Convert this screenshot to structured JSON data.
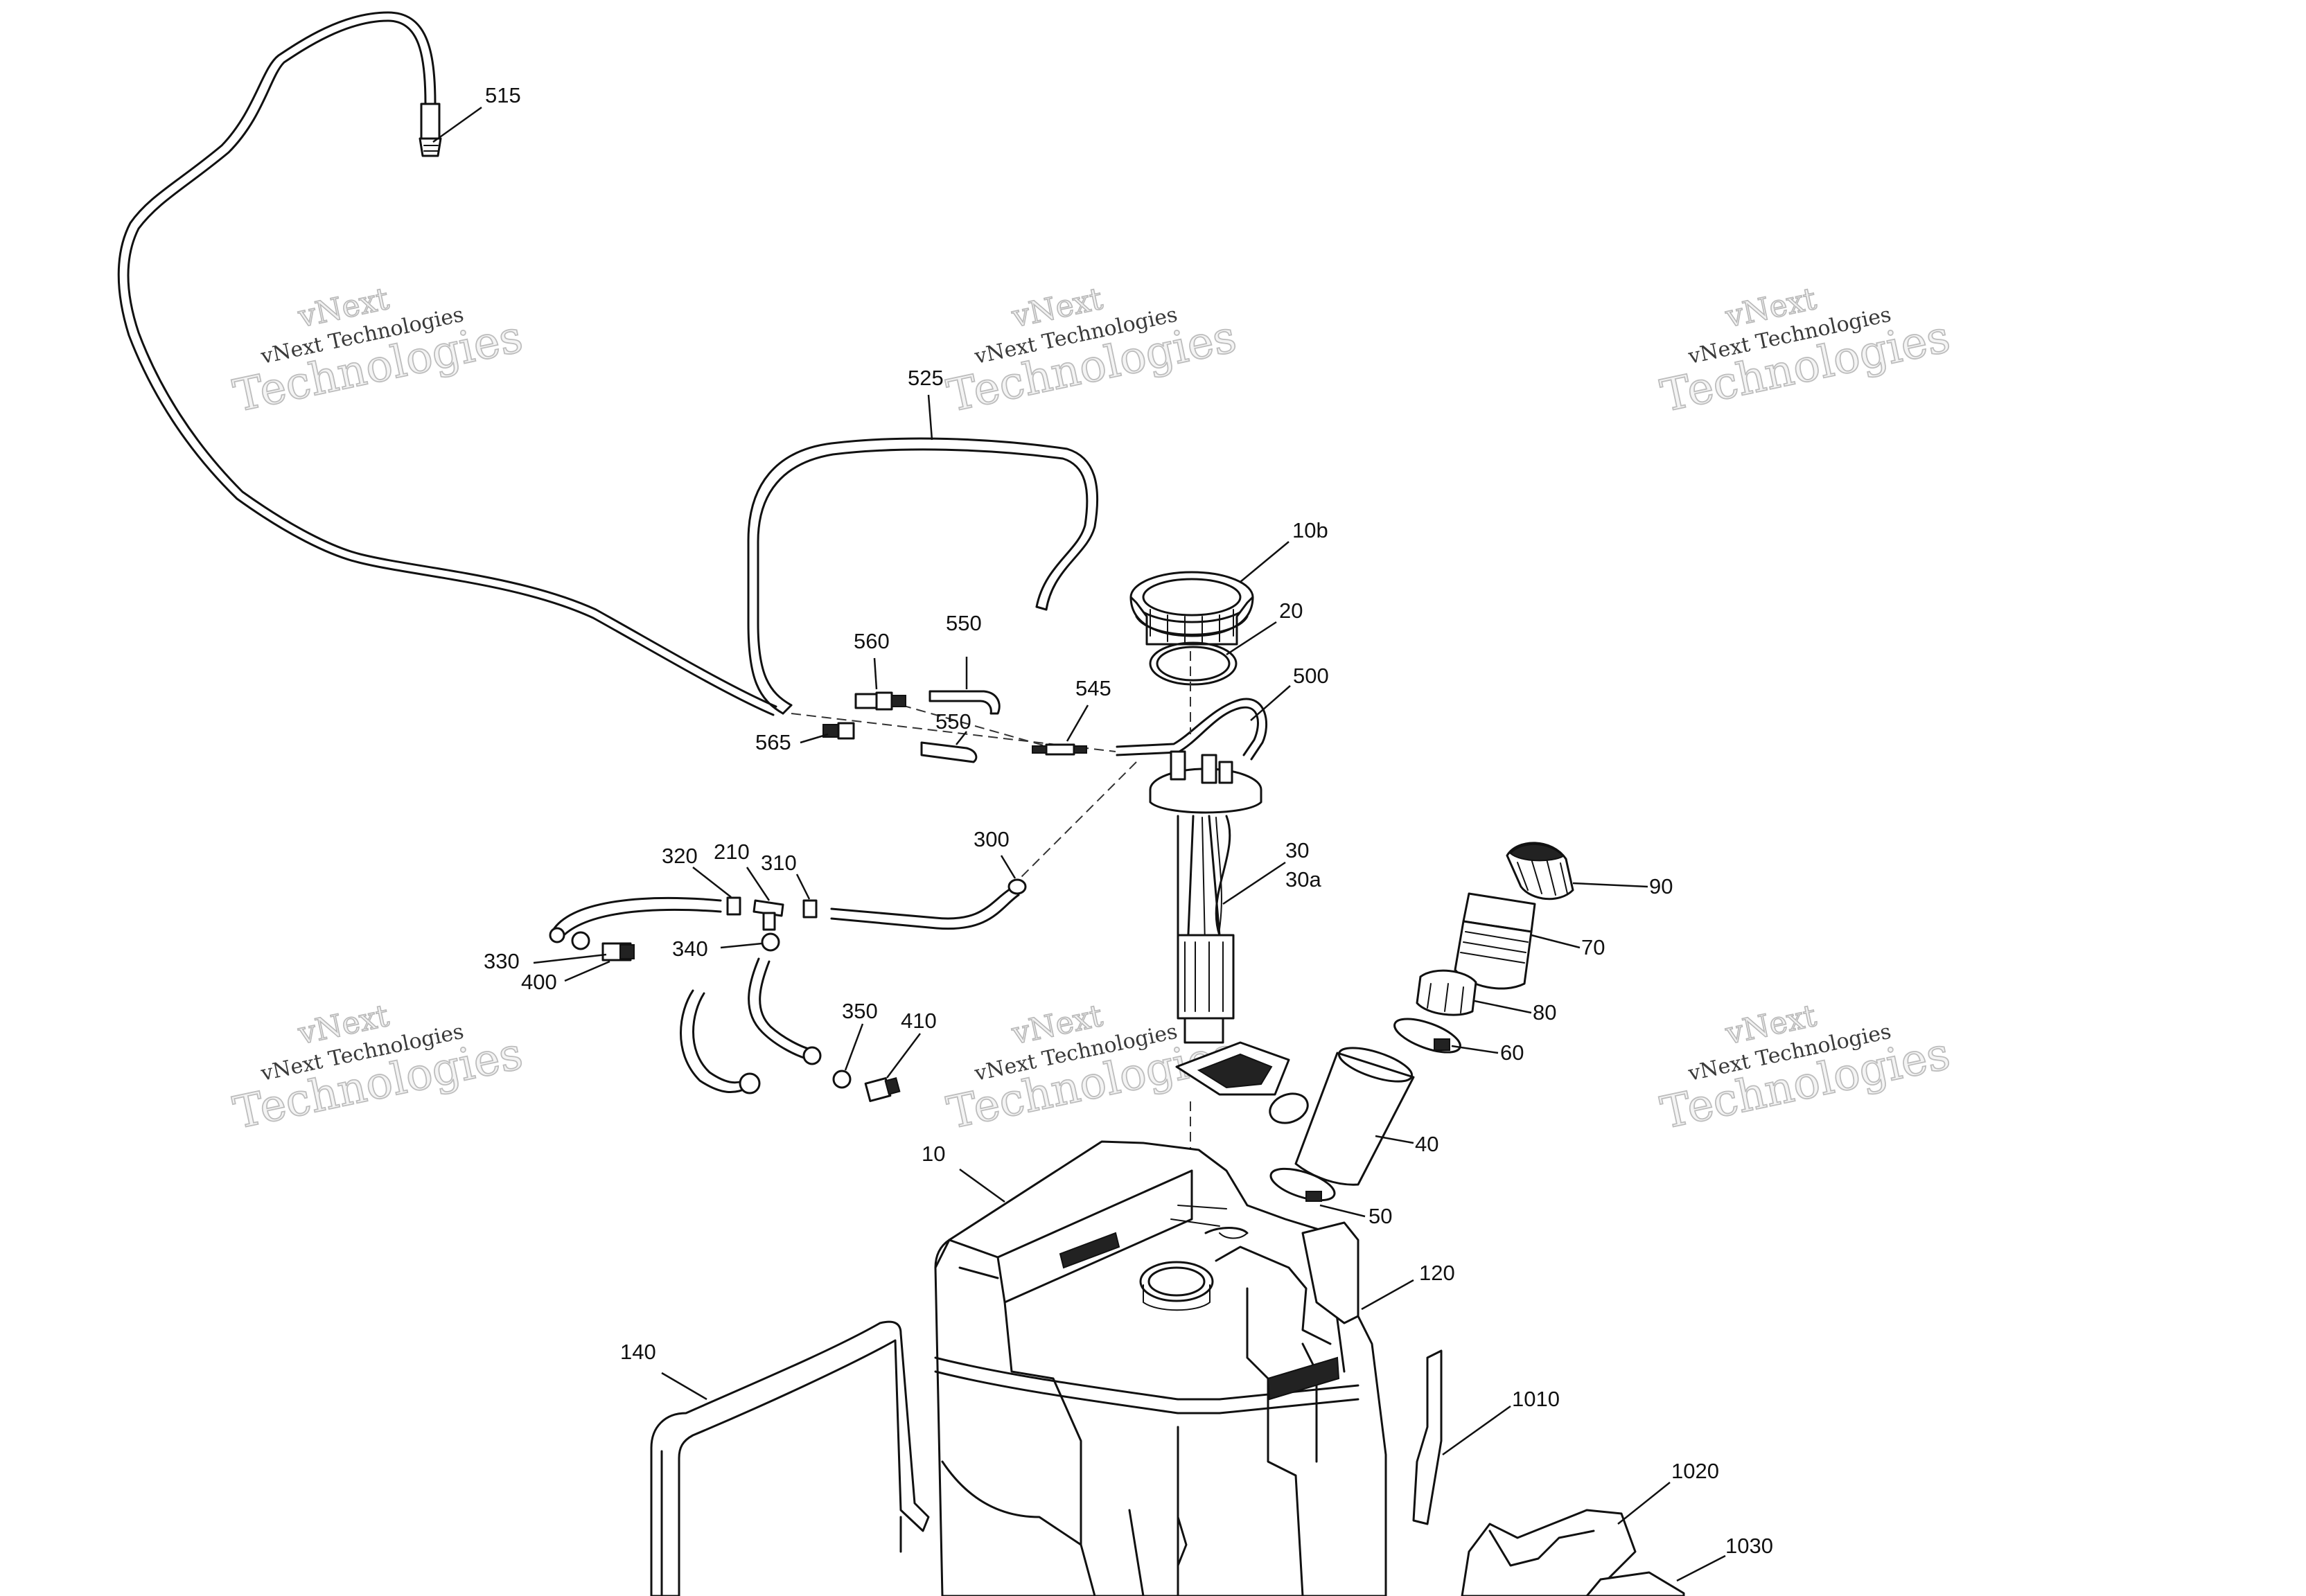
{
  "diagram": {
    "watermark": {
      "line1": "vNext",
      "line2": "vNext Technologies",
      "line3": "Technologies"
    },
    "labels": {
      "p10": "10",
      "p10b": "10b",
      "p20": "20",
      "p30": "30",
      "p30a": "30a",
      "p40": "40",
      "p50": "50",
      "p60": "60",
      "p70": "70",
      "p80": "80",
      "p90": "90",
      "p120": "120",
      "p140": "140",
      "p210": "210",
      "p300": "300",
      "p310": "310",
      "p320": "320",
      "p330": "330",
      "p340": "340",
      "p350": "350",
      "p400": "400",
      "p410": "410",
      "p500": "500",
      "p515": "515",
      "p525": "525",
      "p545": "545",
      "p550a": "550",
      "p550b": "550",
      "p560": "560",
      "p565": "565",
      "p1010": "1010",
      "p1020": "1020",
      "p1030": "1030"
    }
  }
}
